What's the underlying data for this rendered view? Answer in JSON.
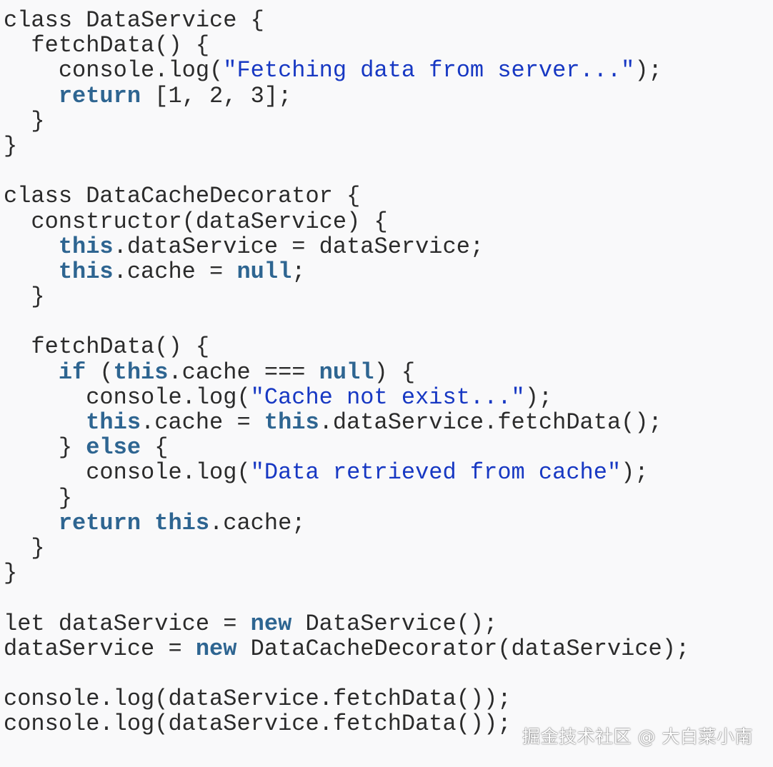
{
  "colors": {
    "background": "#f9f9fa",
    "text": "#2b2b2b",
    "keyword": "#2e6591",
    "string": "#1738c3"
  },
  "code": {
    "lines": [
      [
        [
          "class DataService {",
          "plain"
        ]
      ],
      [
        [
          "  fetchData() {",
          "plain"
        ]
      ],
      [
        [
          "    console.log(",
          "plain"
        ],
        [
          "\"Fetching data from server...\"",
          "str"
        ],
        [
          ");",
          "plain"
        ]
      ],
      [
        [
          "    ",
          "plain"
        ],
        [
          "return",
          "kw"
        ],
        [
          " [1, 2, 3];",
          "plain"
        ]
      ],
      [
        [
          "  }",
          "plain"
        ]
      ],
      [
        [
          "}",
          "plain"
        ]
      ],
      [],
      [
        [
          "class DataCacheDecorator {",
          "plain"
        ]
      ],
      [
        [
          "  constructor(dataService) {",
          "plain"
        ]
      ],
      [
        [
          "    ",
          "plain"
        ],
        [
          "this",
          "kw"
        ],
        [
          ".dataService = dataService;",
          "plain"
        ]
      ],
      [
        [
          "    ",
          "plain"
        ],
        [
          "this",
          "kw"
        ],
        [
          ".cache = ",
          "plain"
        ],
        [
          "null",
          "kw"
        ],
        [
          ";",
          "plain"
        ]
      ],
      [
        [
          "  }",
          "plain"
        ]
      ],
      [],
      [
        [
          "  fetchData() {",
          "plain"
        ]
      ],
      [
        [
          "    ",
          "plain"
        ],
        [
          "if",
          "kw"
        ],
        [
          " (",
          "plain"
        ],
        [
          "this",
          "kw"
        ],
        [
          ".cache === ",
          "plain"
        ],
        [
          "null",
          "kw"
        ],
        [
          ") {",
          "plain"
        ]
      ],
      [
        [
          "      console.log(",
          "plain"
        ],
        [
          "\"Cache not exist...\"",
          "str"
        ],
        [
          ");",
          "plain"
        ]
      ],
      [
        [
          "      ",
          "plain"
        ],
        [
          "this",
          "kw"
        ],
        [
          ".cache = ",
          "plain"
        ],
        [
          "this",
          "kw"
        ],
        [
          ".dataService.fetchData();",
          "plain"
        ]
      ],
      [
        [
          "    } ",
          "plain"
        ],
        [
          "else",
          "kw"
        ],
        [
          " {",
          "plain"
        ]
      ],
      [
        [
          "      console.log(",
          "plain"
        ],
        [
          "\"Data retrieved from cache\"",
          "str"
        ],
        [
          ");",
          "plain"
        ]
      ],
      [
        [
          "    }",
          "plain"
        ]
      ],
      [
        [
          "    ",
          "plain"
        ],
        [
          "return",
          "kw"
        ],
        [
          " ",
          "plain"
        ],
        [
          "this",
          "kw"
        ],
        [
          ".cache;",
          "plain"
        ]
      ],
      [
        [
          "  }",
          "plain"
        ]
      ],
      [
        [
          "}",
          "plain"
        ]
      ],
      [],
      [
        [
          "let dataService = ",
          "plain"
        ],
        [
          "new",
          "kw"
        ],
        [
          " DataService();",
          "plain"
        ]
      ],
      [
        [
          "dataService = ",
          "plain"
        ],
        [
          "new",
          "kw"
        ],
        [
          " DataCacheDecorator(dataService);",
          "plain"
        ]
      ],
      [],
      [
        [
          "console.log(dataService.fetchData());",
          "plain"
        ]
      ],
      [
        [
          "console.log(dataService.fetchData());",
          "plain"
        ]
      ]
    ]
  },
  "watermark": {
    "text": "掘金技术社区 @ 大白菜小南"
  }
}
